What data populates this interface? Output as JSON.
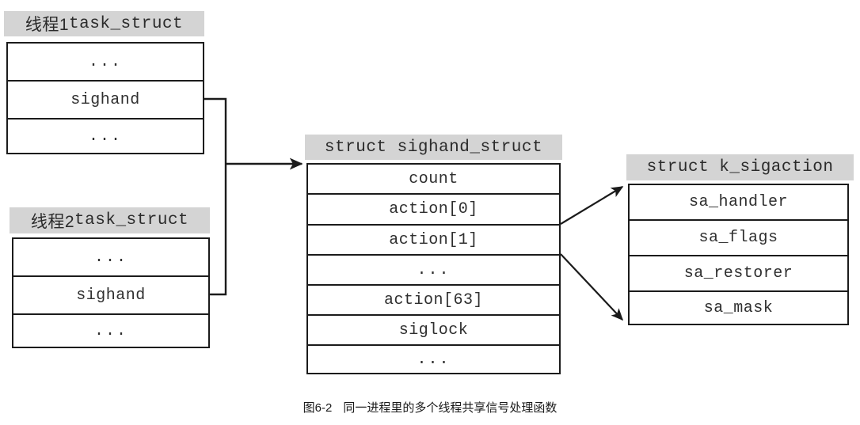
{
  "figure": {
    "caption_number": "图6-2",
    "caption_text": "同一进程里的多个线程共享信号处理函数"
  },
  "colors": {
    "header_fill": "#d4d4d4",
    "border": "#1b1b1b",
    "text": "#2f2f2f",
    "background": "#ffffff"
  },
  "structs": [
    {
      "id": "thread1",
      "header": "线程1 task_struct",
      "header_cjk_part": "线程1",
      "header_mono_part": " task_struct",
      "rows": [
        "...",
        "sighand",
        "..."
      ]
    },
    {
      "id": "thread2",
      "header": "线程2 task_struct",
      "header_cjk_part": "线程2",
      "header_mono_part": " task_struct",
      "rows": [
        "...",
        "sighand",
        "..."
      ]
    },
    {
      "id": "sighand_struct",
      "header": "struct sighand_struct",
      "rows": [
        "count",
        "action[0]",
        "action[1]",
        "...",
        "action[63]",
        "siglock",
        "..."
      ]
    },
    {
      "id": "k_sigaction",
      "header": "struct k_sigaction",
      "rows": [
        "sa_handler",
        "sa_flags",
        "sa_restorer",
        "sa_mask"
      ]
    }
  ],
  "connectors": [
    {
      "name": "thread1-sighand-to-sighand-struct",
      "from": "thread1.sighand",
      "to": "sighand_struct"
    },
    {
      "name": "thread2-sighand-to-sighand-struct",
      "from": "thread2.sighand",
      "to": "sighand_struct"
    },
    {
      "name": "action1-to-k-sigaction-top",
      "from": "sighand_struct.action[1]",
      "to": "k_sigaction"
    },
    {
      "name": "action-ellipsis-to-k-sigaction-bottom",
      "from": "sighand_struct.action-ellipsis",
      "to": "k_sigaction"
    }
  ]
}
